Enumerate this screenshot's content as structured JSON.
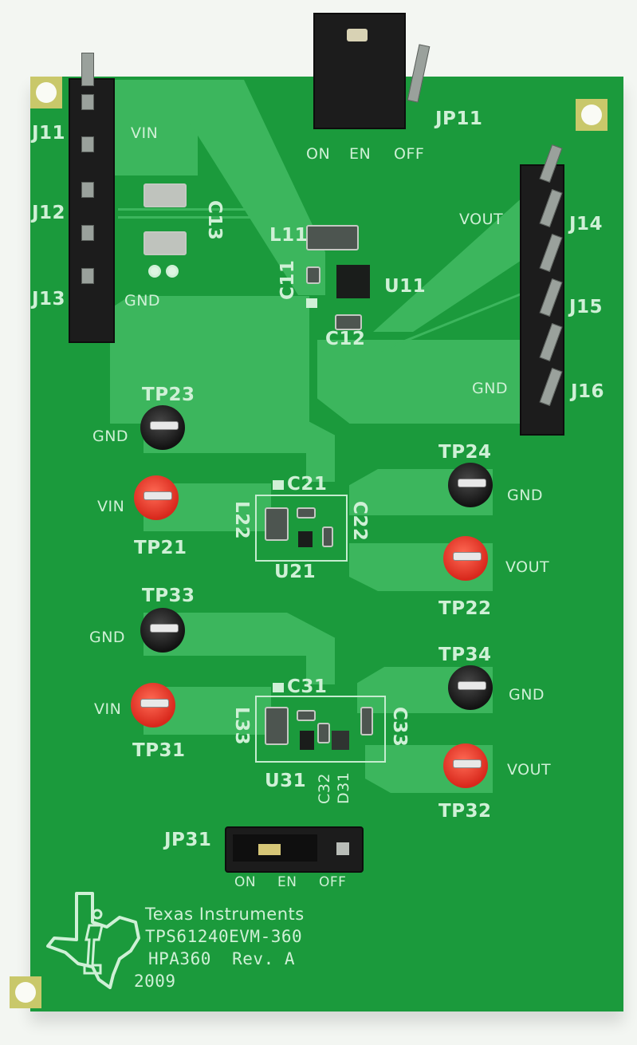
{
  "board": {
    "manufacturer": "Texas Instruments",
    "model": "TPS61240EVM-360",
    "revision": "HPA360  Rev. A",
    "year": "2009",
    "colors": {
      "soldermask": "#1b9a3c",
      "copper_pour": "#3cb65d",
      "silkscreen": "#cff0d6",
      "background": "#f3f6f2"
    }
  },
  "labels": {
    "j11": "J11",
    "j12": "J12",
    "j13": "J13",
    "j14": "J14",
    "j15": "J15",
    "j16": "J16",
    "jp11": "JP11",
    "jp31": "JP31",
    "vin_top": "VIN",
    "gnd_top": "GND",
    "vout_right": "VOUT",
    "gnd_right": "GND",
    "c11": "C11",
    "c12": "C12",
    "c13": "C13",
    "l11": "L11",
    "u11": "U11",
    "jp11_on": "ON",
    "jp11_en": "EN",
    "jp11_off": "OFF",
    "jp31_on": "ON",
    "jp31_en": "EN",
    "jp31_off": "OFF",
    "tp23": "TP23",
    "tp21": "TP21",
    "tp24": "TP24",
    "tp22": "TP22",
    "tp33": "TP33",
    "tp31": "TP31",
    "tp34": "TP34",
    "tp32": "TP32",
    "gnd_tp23": "GND",
    "vin_tp21": "VIN",
    "gnd_tp24": "GND",
    "vout_tp22": "VOUT",
    "gnd_tp33": "GND",
    "vin_tp31": "VIN",
    "gnd_tp34": "GND",
    "vout_tp32": "VOUT",
    "c21": "C21",
    "c22": "C22",
    "l22": "L22",
    "u21": "U21",
    "c31": "C31",
    "c32": "C32",
    "c33": "C33",
    "l33": "L33",
    "u31": "U31",
    "d31": "D31"
  }
}
